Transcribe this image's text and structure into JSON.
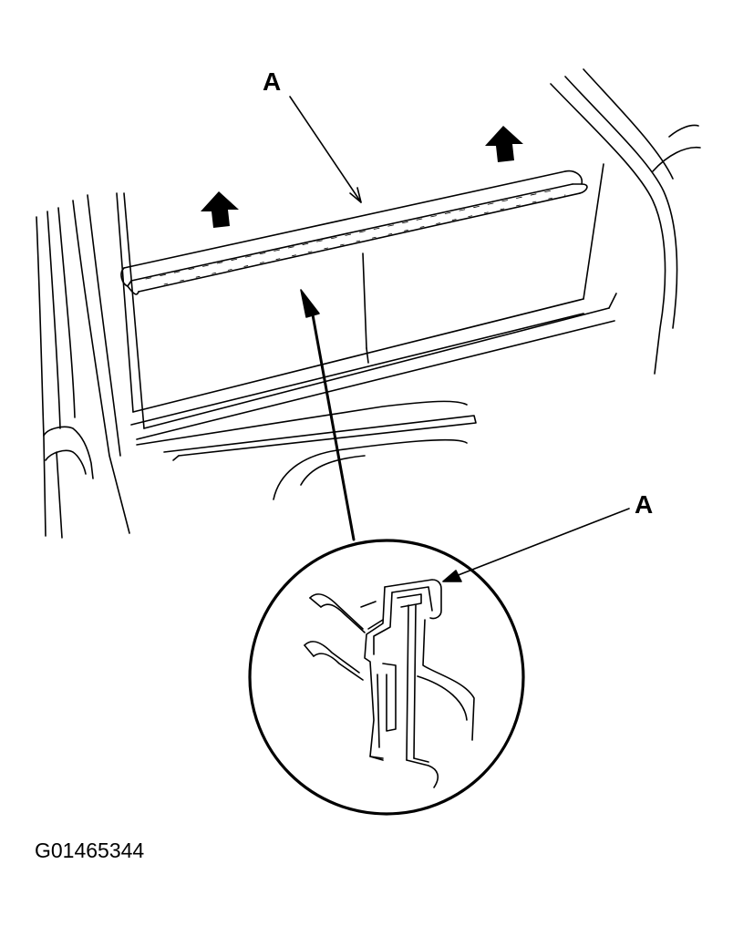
{
  "callouts": {
    "top": "A",
    "detail": "A"
  },
  "figure_id": "G01465344",
  "colors": {
    "ink": "#000000",
    "paper": "#ffffff"
  },
  "icons": {
    "removal_direction": "up-arrow-icon"
  }
}
